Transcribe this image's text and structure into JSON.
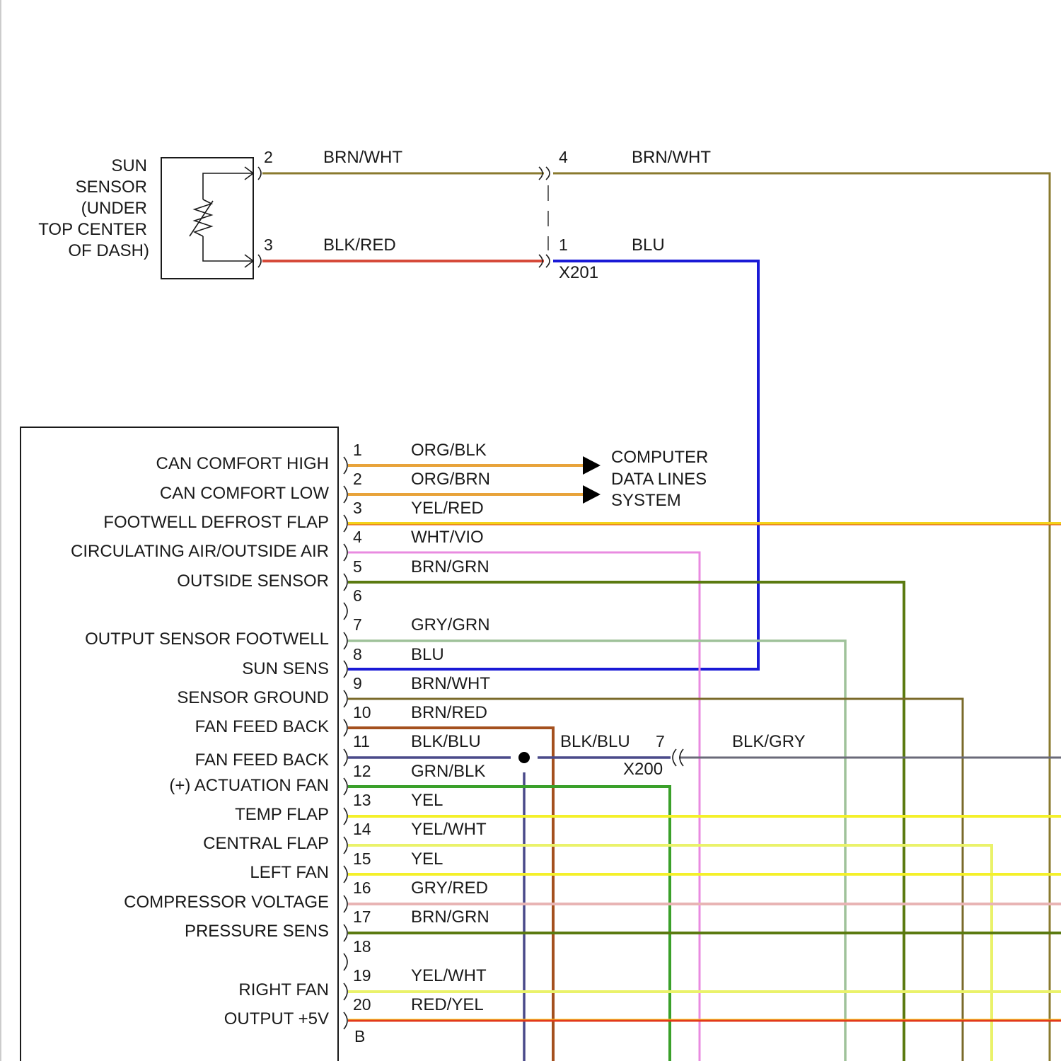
{
  "sun_sensor": {
    "label_lines": [
      "SUN",
      "SENSOR",
      "(UNDER",
      "TOP CENTER",
      "OF DASH)"
    ],
    "pin_upper": "2",
    "pin_lower": "3",
    "wire_upper": "BRN/WHT",
    "wire_lower": "BLK/RED"
  },
  "connector_x201": {
    "name": "X201",
    "pin_upper": "4",
    "pin_lower": "1",
    "wire_upper": "BRN/WHT",
    "wire_lower": "BLU"
  },
  "module": {
    "bottom_label": "B",
    "pins": [
      {
        "num": "1",
        "wire": "ORG/BLK",
        "func": "CAN COMFORT HIGH",
        "color": "#e8a33a"
      },
      {
        "num": "2",
        "wire": "ORG/BRN",
        "func": "CAN COMFORT LOW",
        "color": "#e8a33a"
      },
      {
        "num": "3",
        "wire": "YEL/RED",
        "func": "FOOTWELL DEFROST FLAP",
        "color": "#f3d21b"
      },
      {
        "num": "4",
        "wire": "WHT/VIO",
        "func": "CIRCULATING AIR/OUTSIDE AIR",
        "color": "#e98be0"
      },
      {
        "num": "5",
        "wire": "BRN/GRN",
        "func": "OUTSIDE SENSOR",
        "color": "#5b7a10"
      },
      {
        "num": "6",
        "wire": "",
        "func": "",
        "color": ""
      },
      {
        "num": "7",
        "wire": "GRY/GRN",
        "func": "OUTPUT SENSOR FOOTWELL",
        "color": "#9fc29a"
      },
      {
        "num": "8",
        "wire": "BLU",
        "func": "SUN SENS",
        "color": "#1a1ad6"
      },
      {
        "num": "9",
        "wire": "BRN/WHT",
        "func": "SENSOR GROUND",
        "color": "#7a6a2a"
      },
      {
        "num": "10",
        "wire": "BRN/RED",
        "func": "FAN FEED BACK",
        "color": "#a4501e"
      },
      {
        "num": "11",
        "wire": "BLK/BLU",
        "func": "FAN FEED BACK",
        "color": "#4a4a8a"
      },
      {
        "num": "12",
        "wire": "GRN/BLK",
        "func": "(+) ACTUATION FAN",
        "color": "#3aa02a"
      },
      {
        "num": "13",
        "wire": "YEL",
        "func": "TEMP FLAP",
        "color": "#f4f02a"
      },
      {
        "num": "14",
        "wire": "YEL/WHT",
        "func": "CENTRAL FLAP",
        "color": "#eaf26a"
      },
      {
        "num": "15",
        "wire": "YEL",
        "func": "LEFT FAN",
        "color": "#f4f02a"
      },
      {
        "num": "16",
        "wire": "GRY/RED",
        "func": "COMPRESSOR VOLTAGE",
        "color": "#e8b4b4"
      },
      {
        "num": "17",
        "wire": "BRN/GRN",
        "func": "PRESSURE SENS",
        "color": "#5b7a10"
      },
      {
        "num": "18",
        "wire": "",
        "func": "",
        "color": ""
      },
      {
        "num": "19",
        "wire": "YEL/WHT",
        "func": "RIGHT FAN",
        "color": "#eaf26a"
      },
      {
        "num": "20",
        "wire": "RED/YEL",
        "func": "OUTPUT +5V",
        "color": "#e23a1a"
      }
    ]
  },
  "data_lines_system": {
    "label_lines": [
      "COMPUTER",
      "DATA LINES",
      "SYSTEM"
    ]
  },
  "connector_x200": {
    "name": "X200",
    "pin": "7",
    "wire_in": "BLK/BLU",
    "wire_out": "BLK/GRY"
  },
  "colors": {
    "brn_wht": "#8a7a2e",
    "blk_red": "#d64a3a",
    "blu": "#1a1ad6",
    "blk_gry": "#6a6a78"
  }
}
